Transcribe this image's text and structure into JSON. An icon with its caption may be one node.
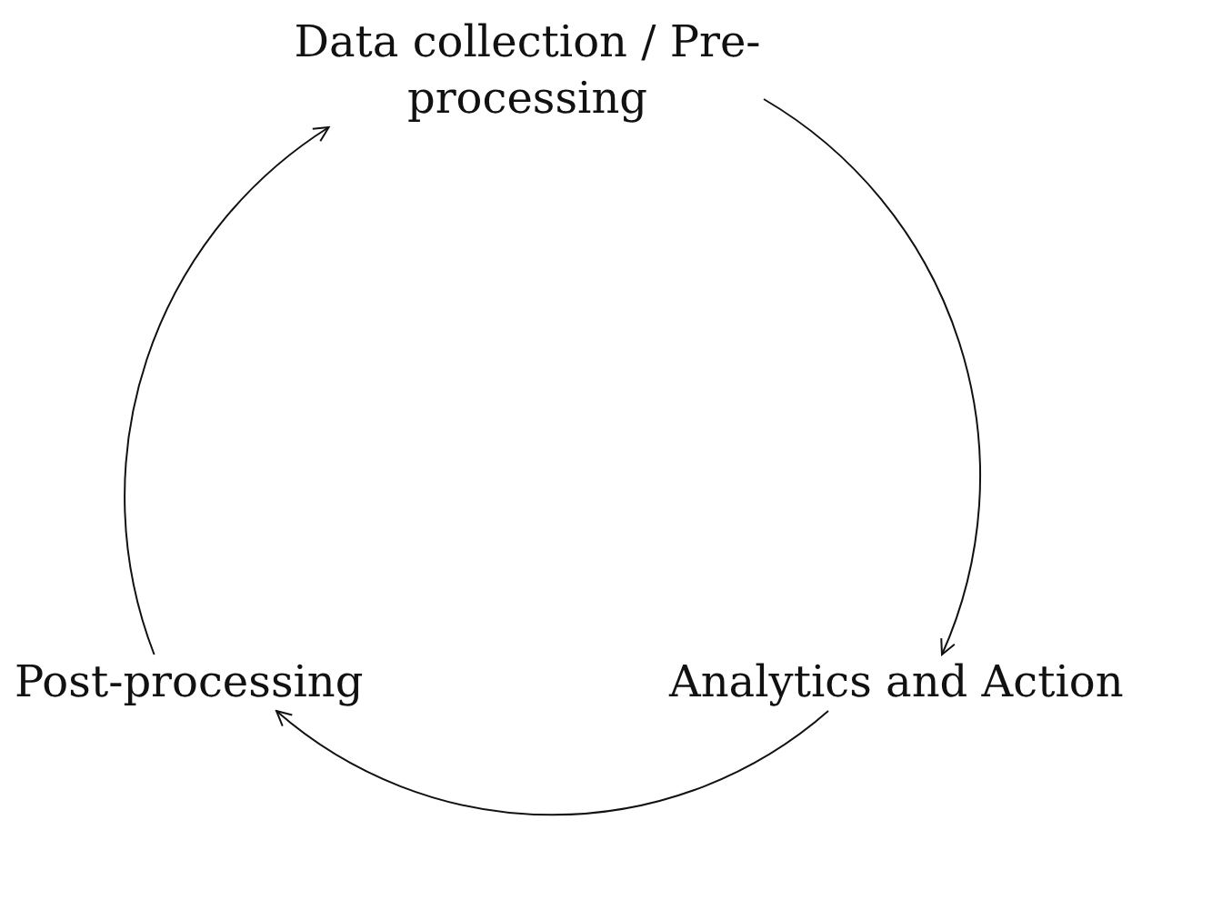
{
  "diagram": {
    "nodes": [
      {
        "text": [
          "Data collection / Pre-processing"
        ]
      },
      {
        "text": [
          "Analytics and Action"
        ]
      },
      {
        "text": [
          "Post-processing"
        ]
      }
    ],
    "edges": [
      {
        "from": 0,
        "to": 1,
        "arrow": "to"
      },
      {
        "from": 1,
        "to": 2,
        "arrow": "to"
      },
      {
        "from": 2,
        "to": 0,
        "arrow": "to"
      }
    ]
  }
}
